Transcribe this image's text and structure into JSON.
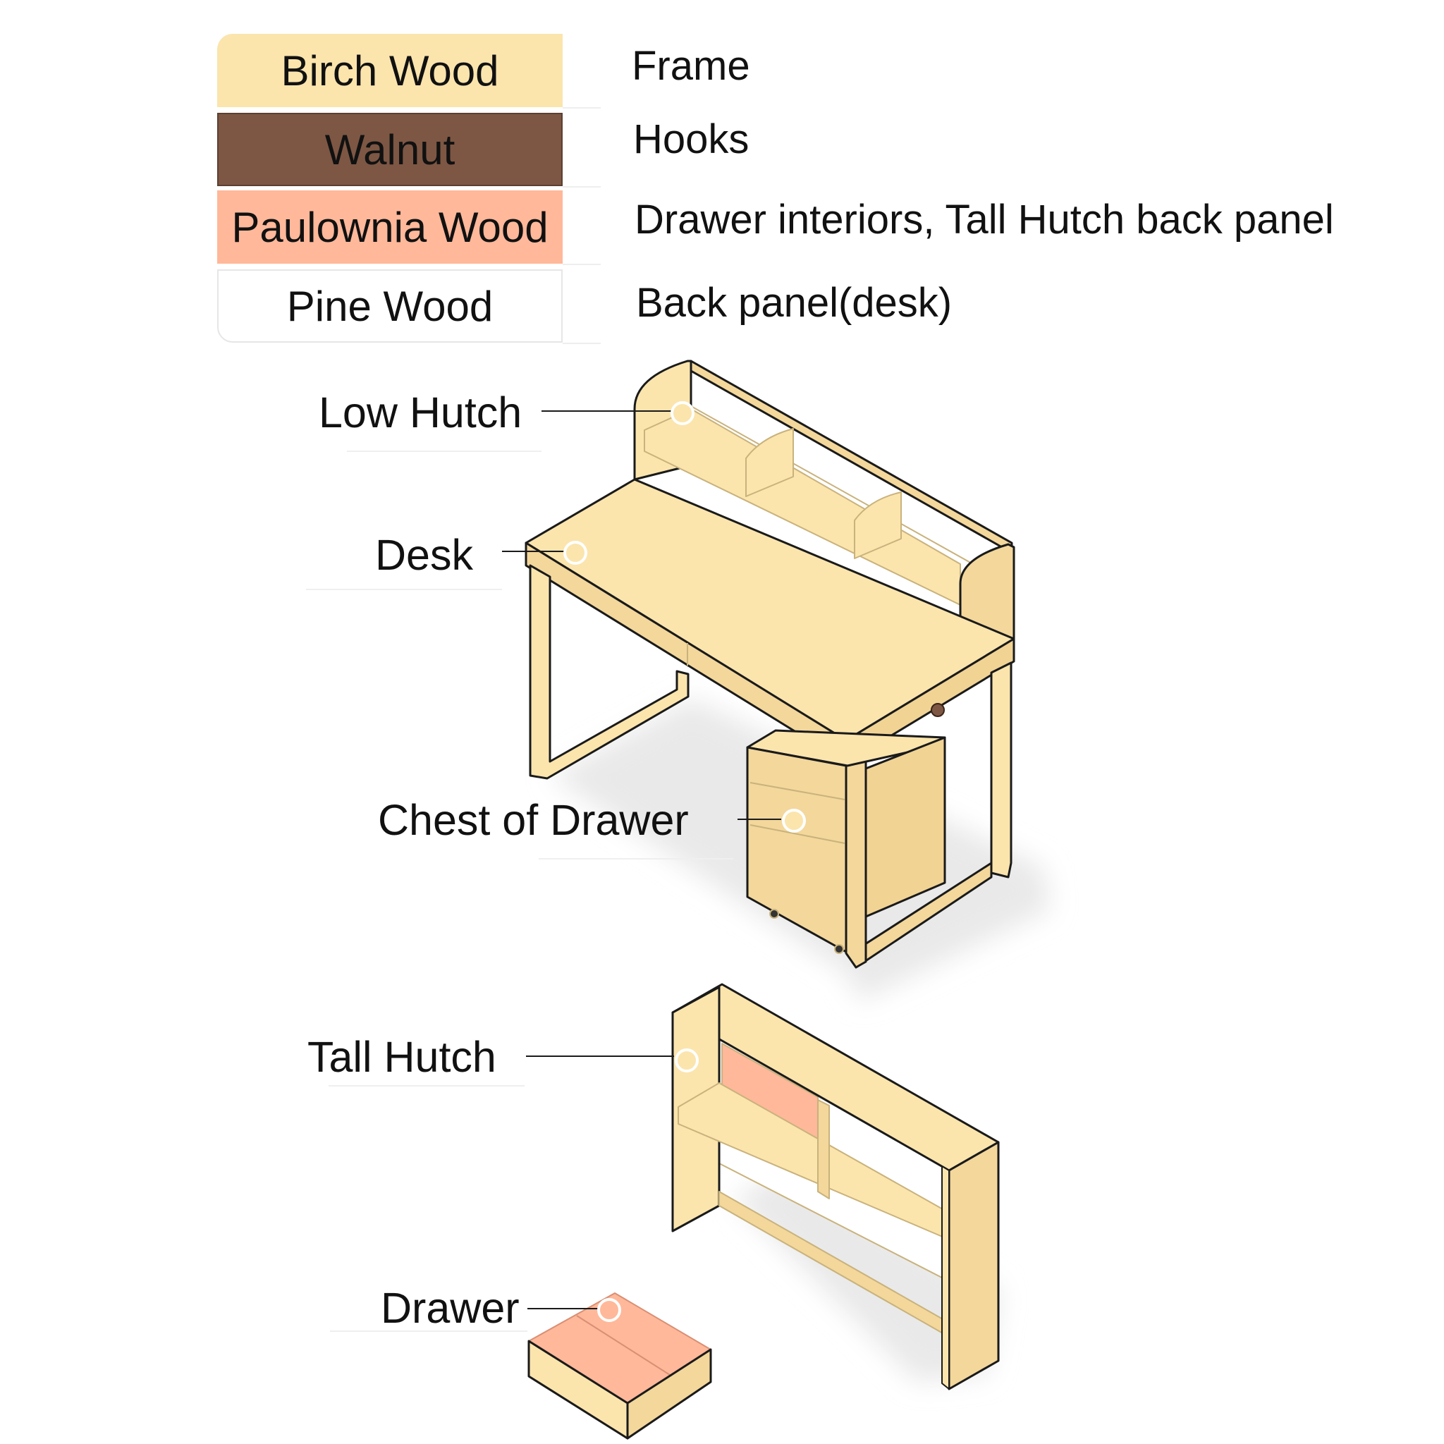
{
  "legend": {
    "materials": [
      {
        "name": "Birch Wood",
        "use": "Frame",
        "color": "#fbe5ad"
      },
      {
        "name": "Walnut",
        "use": "Hooks",
        "color": "#7d5744"
      },
      {
        "name": "Paulownia Wood",
        "use": "Drawer interiors, Tall Hutch back panel",
        "color": "#ffb89a"
      },
      {
        "name": "Pine Wood",
        "use": "Back panel(desk)",
        "color": "#ffffff"
      }
    ]
  },
  "callouts": {
    "low_hutch": "Low Hutch",
    "desk": "Desk",
    "chest": "Chest of Drawer",
    "tall_hutch": "Tall Hutch",
    "drawer": "Drawer"
  },
  "colors": {
    "birch": "#fbe5ad",
    "birch_shade": "#f3d79b",
    "paulownia": "#ffb89a",
    "walnut": "#7d5744",
    "outline": "#1a1a1a",
    "shadow": "#e9e9e9"
  }
}
